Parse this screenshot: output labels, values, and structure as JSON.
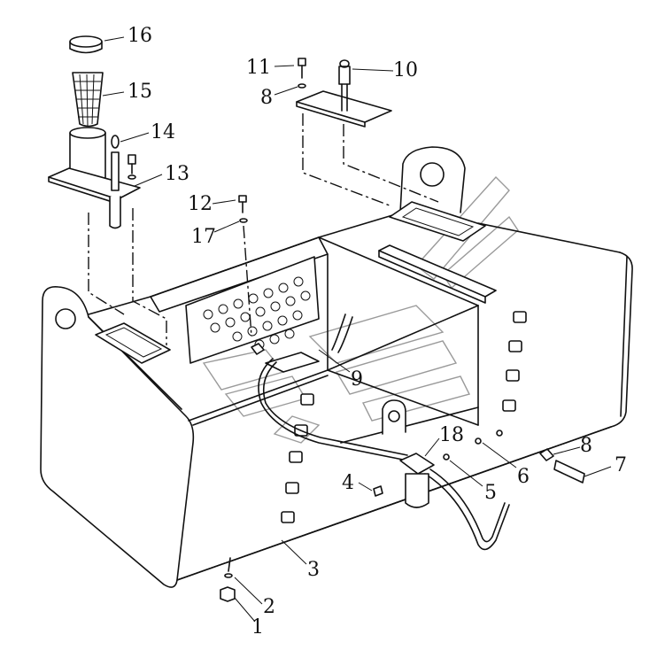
{
  "callouts": [
    {
      "id": "1",
      "label": "1"
    },
    {
      "id": "2",
      "label": "2"
    },
    {
      "id": "3",
      "label": "3"
    },
    {
      "id": "4",
      "label": "4"
    },
    {
      "id": "5",
      "label": "5"
    },
    {
      "id": "6",
      "label": "6"
    },
    {
      "id": "7",
      "label": "7"
    },
    {
      "id": "8a",
      "label": "8"
    },
    {
      "id": "8b",
      "label": "8"
    },
    {
      "id": "9",
      "label": "9"
    },
    {
      "id": "10",
      "label": "10"
    },
    {
      "id": "11",
      "label": "11"
    },
    {
      "id": "12",
      "label": "12"
    },
    {
      "id": "13",
      "label": "13"
    },
    {
      "id": "14",
      "label": "14"
    },
    {
      "id": "15",
      "label": "15"
    },
    {
      "id": "16",
      "label": "16"
    },
    {
      "id": "17",
      "label": "17"
    },
    {
      "id": "18",
      "label": "18"
    }
  ]
}
